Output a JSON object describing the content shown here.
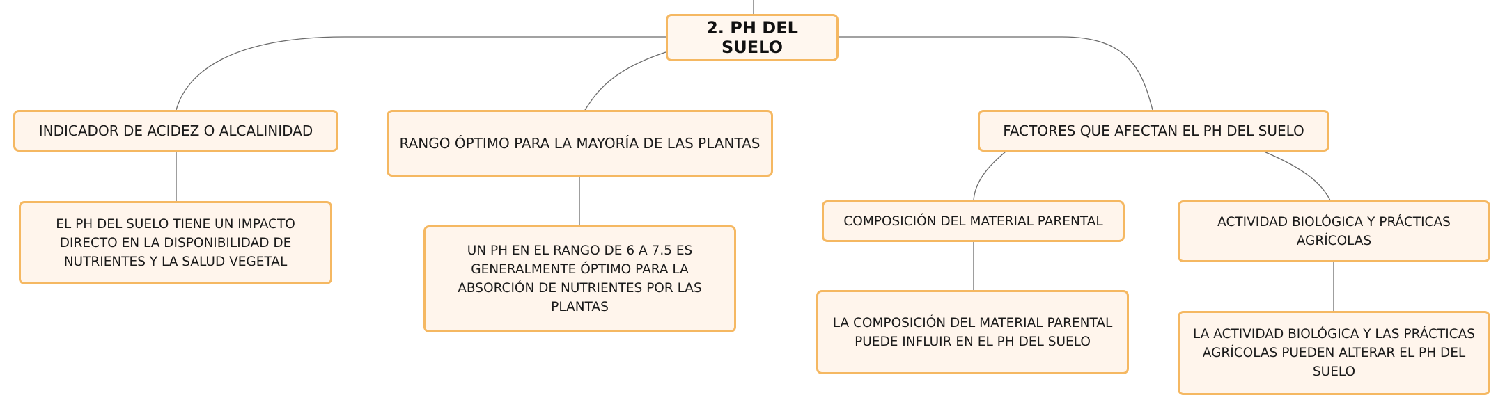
{
  "root": {
    "label": "2. PH DEL SUELO"
  },
  "branches": [
    {
      "label": "INDICADOR DE ACIDEZ O ALCALINIDAD",
      "detail": "EL PH DEL SUELO TIENE UN IMPACTO DIRECTO EN LA DISPONIBILIDAD DE NUTRIENTES Y LA SALUD VEGETAL"
    },
    {
      "label": "RANGO ÓPTIMO PARA LA MAYORÍA DE LAS PLANTAS",
      "detail": "UN PH EN EL RANGO DE 6 A 7.5 ES GENERALMENTE ÓPTIMO PARA LA ABSORCIÓN DE NUTRIENTES POR LAS PLANTAS"
    },
    {
      "label": "FACTORES QUE AFECTAN EL PH DEL SUELO",
      "children": [
        {
          "label": "COMPOSICIÓN DEL MATERIAL PARENTAL",
          "detail": "LA COMPOSICIÓN DEL MATERIAL PARENTAL PUEDE INFLUIR EN EL PH DEL SUELO"
        },
        {
          "label": "ACTIVIDAD BIOLÓGICA Y PRÁCTICAS AGRÍCOLAS",
          "detail": "LA ACTIVIDAD BIOLÓGICA Y LAS PRÁCTICAS AGRÍCOLAS PUEDEN ALTERAR EL PH DEL SUELO"
        }
      ]
    }
  ]
}
